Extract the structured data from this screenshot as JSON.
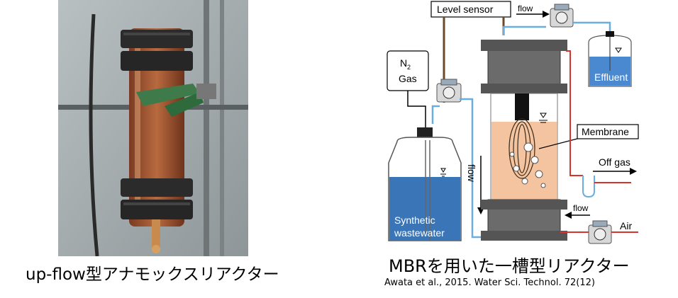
{
  "left_figure": {
    "caption": "up-flow型アナモックスリアクター"
  },
  "right_figure": {
    "caption": "MBRを用いた一槽型リアクター",
    "citation": "Awata et al., 2015. Water Sci. Technol. 72(12)",
    "labels": {
      "level_sensor": "Level sensor",
      "flow_top": "flow",
      "n2": "N",
      "n2_sub": "2",
      "gas": "Gas",
      "effluent": "Effluent",
      "membrane": "Membrane",
      "off_gas": "Off gas",
      "flow_vertical": "flow",
      "synthetic": "Synthetic",
      "wastewater": "wastewater",
      "flow_air": "flow",
      "air": "Air"
    }
  },
  "colors": {
    "water_blue": "#3a75b8",
    "pipe_blue": "#6aaee0",
    "sludge_orange": "#f4c4a0",
    "reactor_dark": "#555555",
    "gas_red": "#d9332b"
  }
}
